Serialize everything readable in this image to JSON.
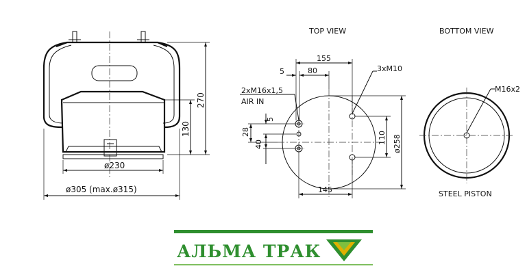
{
  "views": {
    "top_view_title": "TOP VIEW",
    "bottom_view_title": "BOTTOM VIEW",
    "steel_piston": "STEEL PISTON"
  },
  "side_view": {
    "dim_diameter_230": "ø230",
    "dim_diameter_305": "ø305  (max.ø315)",
    "dim_height_270": "270",
    "dim_height_130": "130"
  },
  "top_view": {
    "dim_155": "155",
    "dim_80": "80",
    "dim_5_top": "5",
    "dim_3xM10": "3xM10",
    "dim_2xM16": "2xM16x1,5",
    "air_in": "AIR IN",
    "dim_28": "28",
    "dim_5_side": "5",
    "dim_40": "40",
    "dim_110": "110",
    "dim_258": "ø258",
    "dim_145": "145"
  },
  "bottom_view": {
    "dim_M16x2": "M16x2"
  },
  "logo": {
    "brand_name": "АЛЬМА ТРАК",
    "bar_color": "#2f8f2f",
    "mark_color_outer": "#2f8f2f",
    "mark_color_inner": "#e0b000"
  }
}
